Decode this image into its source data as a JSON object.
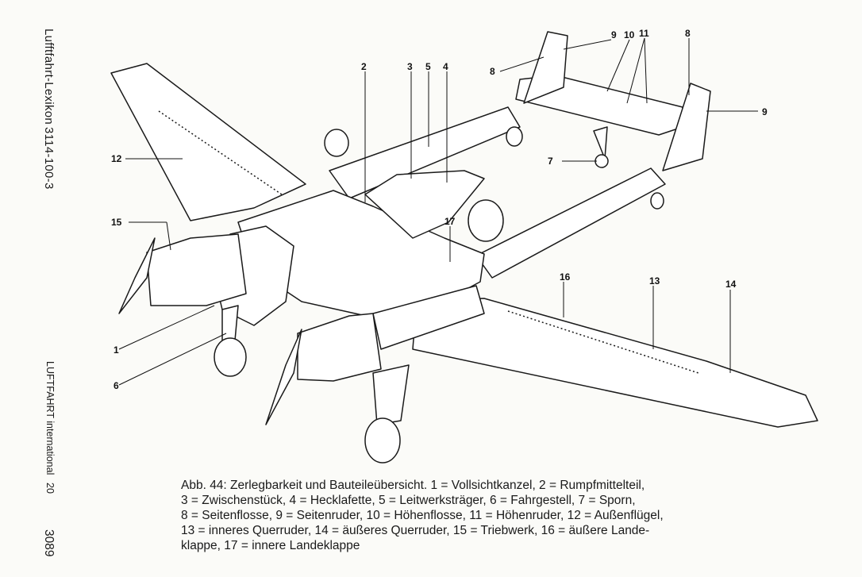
{
  "margin": {
    "top": "Lufftfahrt-Lexikon",
    "code": "3114-100-3",
    "magazine": "LUFTFAHRT international",
    "issue": "20",
    "page": "3089"
  },
  "figure": {
    "labels": [
      "1",
      "2",
      "3",
      "4",
      "5",
      "6",
      "7",
      "8",
      "8",
      "9",
      "9",
      "10",
      "11",
      "12",
      "13",
      "14",
      "15",
      "16",
      "17"
    ]
  },
  "caption": {
    "lines": [
      "Abb. 44: Zerlegbarkeit und Bauteileübersicht. 1 = Vollsichtkanzel, 2 = Rumpfmittelteil,",
      "3 = Zwischenstück,  4 = Hecklafette,  5 = Leitwerksträger,  6 = Fahrgestell,  7 = Sporn,",
      "8 = Seitenflosse, 9 = Seitenruder, 10 = Höhenflosse, 11 = Höhenruder, 12 = Außenflügel,",
      "13 = inneres Querruder, 14 = äußeres Querruder, 15 = Triebwerk, 16 = äußere Lande-",
      "klappe, 17 = innere Landeklappe"
    ]
  }
}
